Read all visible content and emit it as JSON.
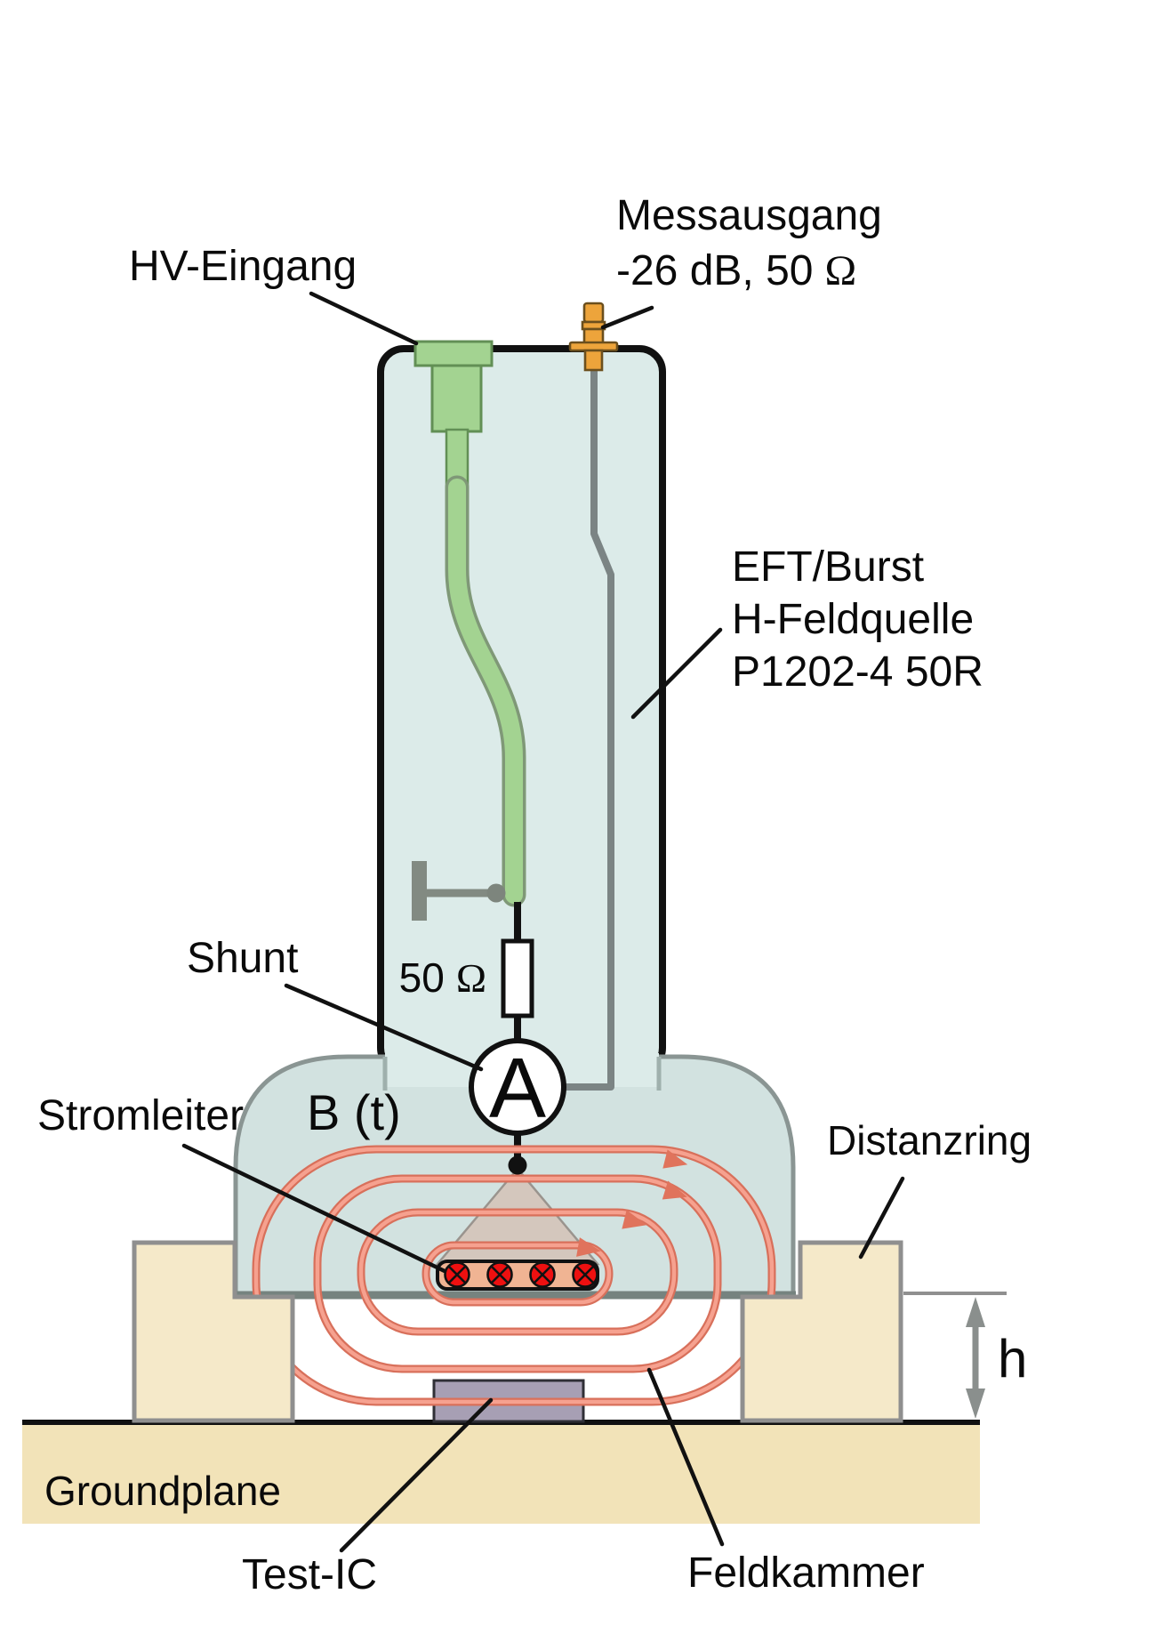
{
  "diagram": {
    "title_hint": "EFT/Burst H-field source measurement setup",
    "labels": {
      "hv_input": "HV-Eingang",
      "meas_output_line1": "Messausgang",
      "meas_output_line2_prefix": "-26 dB, 50",
      "omega": "Ω",
      "source_line1": "EFT/Burst",
      "source_line2": "H-Feldquelle",
      "source_line3": "P1202-4 50R",
      "shunt": "Shunt",
      "resistor_value_prefix": "50",
      "ammeter": "A",
      "b_field": "B (t)",
      "current_conductor": "Stromleiter",
      "spacer_ring": "Distanzring",
      "height": "h",
      "groundplane": "Groundplane",
      "test_ic": "Test-IC",
      "field_chamber": "Feldkammer"
    },
    "colors": {
      "tower_fill": "#dcebe9",
      "dome_fill": "#d2e2e0",
      "dome_stroke": "#8a9593",
      "dome_base_stroke": "#76837f",
      "field_line": "#f2907c",
      "field_line_edge": "#d8705b",
      "conductor_dot_red": "#ee1010",
      "connector_green": "#a3d391",
      "connector_green_stroke": "#628f55",
      "connector_orange": "#eda43b",
      "connector_orange_stroke": "#6b4f1d",
      "measurement_wire": "#7b8484",
      "spacer_beige": "#f5e9c9",
      "ground_beige": "#f2e3b8",
      "test_ic_fill": "#a79fb4",
      "cone_fill": "#d5c0b4",
      "bar_fill": "#f0b493",
      "clamp_gray": "#828a82",
      "dim_gray": "#8a8f8d"
    }
  }
}
